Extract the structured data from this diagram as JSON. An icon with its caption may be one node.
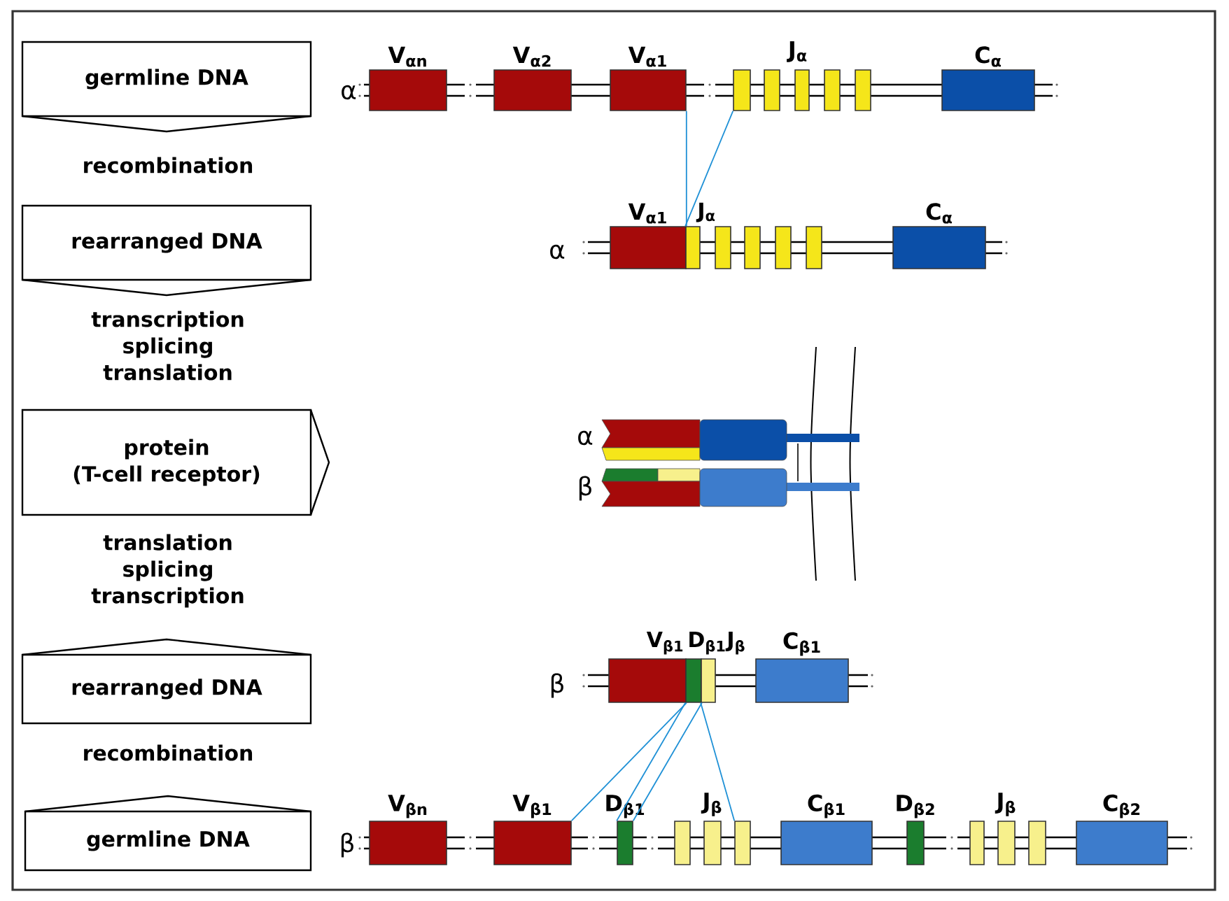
{
  "diagram": {
    "nodes": [
      {
        "text": [
          "germline DNA"
        ]
      },
      {
        "text": [
          "rearranged DNA"
        ]
      },
      {
        "text": [
          "protein",
          "(T-cell receptor)"
        ]
      },
      {
        "text": [
          "rearranged DNA"
        ]
      },
      {
        "text": [
          "germline DNA"
        ]
      },
      {
        "text": [
          "V$_{αn}$"
        ]
      },
      {
        "text": [
          "V$_{α2}$"
        ]
      },
      {
        "text": [
          "V$_{α1}$"
        ]
      },
      {
        "text": [],
        "shape": "box"
      },
      {
        "text": [],
        "shape": "box"
      },
      {
        "text": [],
        "shape": "box"
      },
      {
        "text": [],
        "shape": "box"
      },
      {
        "text": [],
        "shape": "box"
      },
      {
        "text": [
          "C$_{α}$"
        ]
      },
      {
        "text": [
          "V$_{α1}$"
        ]
      },
      {
        "text": [
          "J$_{α}$"
        ]
      },
      {
        "text": [],
        "shape": "box"
      },
      {
        "text": [],
        "shape": "box"
      },
      {
        "text": [],
        "shape": "box"
      },
      {
        "text": [],
        "shape": "box"
      },
      {
        "text": [
          "C$_{α}$"
        ]
      },
      {
        "text": [
          "V$_{β1}$"
        ]
      },
      {
        "text": [
          "D$_{β1}$"
        ]
      },
      {
        "text": [
          "J$_{β}$"
        ]
      },
      {
        "text": [
          "C$_{β1}$"
        ]
      },
      {
        "text": [
          "V$_{βn}$"
        ]
      },
      {
        "text": [
          "V$_{β1}$"
        ]
      },
      {
        "text": [
          "D$_{β1}$"
        ]
      },
      {
        "text": [],
        "shape": "box"
      },
      {
        "text": [],
        "shape": "box"
      },
      {
        "text": [],
        "shape": "box"
      },
      {
        "text": [
          "C$_{β1}$"
        ]
      },
      {
        "text": [
          "D$_{β2}$"
        ]
      },
      {
        "text": [],
        "shape": "box"
      },
      {
        "text": [],
        "shape": "box"
      },
      {
        "text": [],
        "shape": "box"
      },
      {
        "text": [
          "C$_{β2}$"
        ]
      }
    ],
    "edges": [
      {
        "from": 7,
        "to": 14,
        "arrow": "none"
      },
      {
        "from": 8,
        "to": 15,
        "arrow": "none"
      },
      {
        "from": 21,
        "to": 26,
        "arrow": "none"
      },
      {
        "from": 22,
        "to": 27,
        "arrow": "none"
      },
      {
        "from": 22,
        "to": 27,
        "arrow": "none"
      },
      {
        "from": 23,
        "to": 30,
        "arrow": "none"
      }
    ],
    "labels": [
      "α",
      "J$_{α}$",
      "recombination",
      "α",
      "transcription splicing translation",
      "α",
      "β",
      "translation splicing transcription",
      "β",
      "recombination",
      "β",
      "J$_{β}$",
      "J$_{β}$"
    ]
  }
}
